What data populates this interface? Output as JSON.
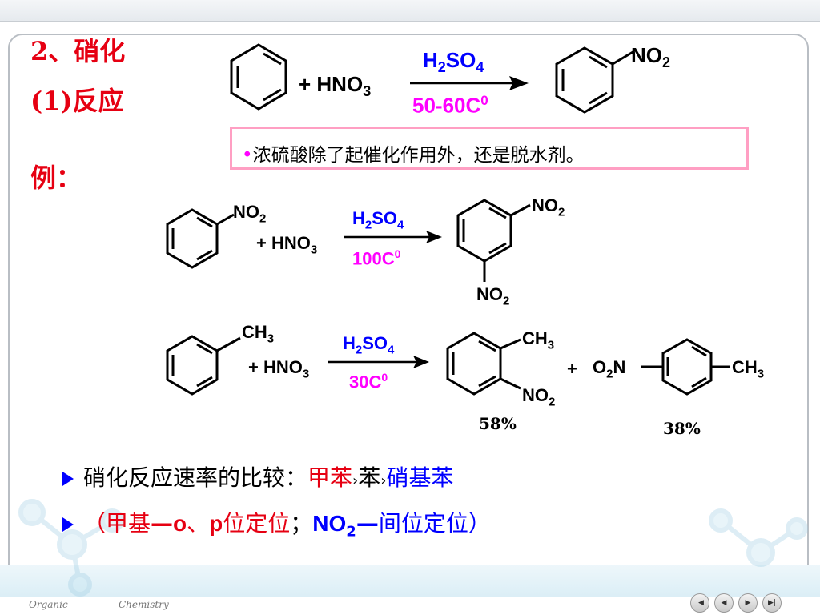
{
  "slide": {
    "title_line1": "2、硝化",
    "title_line2": "(1)反应",
    "title_line3": "例：",
    "footer_left": "Organic",
    "footer_right": "Chemistry"
  },
  "reaction1": {
    "reagent": "+ HNO",
    "reagent_sub": "3",
    "cond_top": "H",
    "cond_top_sub1": "2",
    "cond_top_mid": "SO",
    "cond_top_sub2": "4",
    "cond_bottom": "50-60C",
    "cond_bottom_sup": "0",
    "product_group": "NO",
    "product_group_sub": "2"
  },
  "note": {
    "bullet": "•",
    "text": "浓硫酸除了起催化作用外，还是脱水剂。"
  },
  "reaction2": {
    "substituent": "NO",
    "substituent_sub": "2",
    "reagent": "+ HNO",
    "reagent_sub": "3",
    "cond_top": "H",
    "cond_top_sub1": "2",
    "cond_top_mid": "SO",
    "cond_top_sub2": "4",
    "cond_bottom": "100C",
    "cond_bottom_sup": "0",
    "product_top": "NO",
    "product_top_sub": "2",
    "product_bottom": "NO",
    "product_bottom_sub": "2"
  },
  "reaction3": {
    "substituent": "CH",
    "substituent_sub": "3",
    "reagent": "+ HNO",
    "reagent_sub": "3",
    "cond_top": "H",
    "cond_top_sub1": "2",
    "cond_top_mid": "SO",
    "cond_top_sub2": "4",
    "cond_bottom": "30C",
    "cond_bottom_sup": "0",
    "ortho_top": "CH",
    "ortho_top_sub": "3",
    "ortho_bottom": "NO",
    "ortho_bottom_sub": "2",
    "plus": "+",
    "para_left": "O",
    "para_left_sub": "2",
    "para_left_tail": "N",
    "para_right": "CH",
    "para_right_sub": "3",
    "ortho_yield": "58%",
    "para_yield": "38%"
  },
  "bullets": {
    "line1_prefix": "硝化反应速率的比较：",
    "line1_a": "甲苯",
    "line1_sep1": "›",
    "line1_b": "苯",
    "line1_sep2": "›",
    "line1_c": "硝基苯",
    "line2_open": "（",
    "line2_a": "甲基",
    "line2_dash1": "—",
    "line2_o": "o",
    "line2_comma": "、",
    "line2_p": "p",
    "line2_b": "位定位",
    "line2_semi": "；",
    "line2_no": "NO",
    "line2_no_sub": "2",
    "line2_dash2": "—",
    "line2_c": "间位定位",
    "line2_close": "）"
  },
  "nav": {
    "first": "|◀",
    "prev": "◀",
    "next": "▶",
    "last": "▶|"
  },
  "colors": {
    "title_red": "#e60012",
    "condition_blue": "#0000ff",
    "condition_magenta": "#ff00ff",
    "note_border": "#ff9fc3"
  }
}
